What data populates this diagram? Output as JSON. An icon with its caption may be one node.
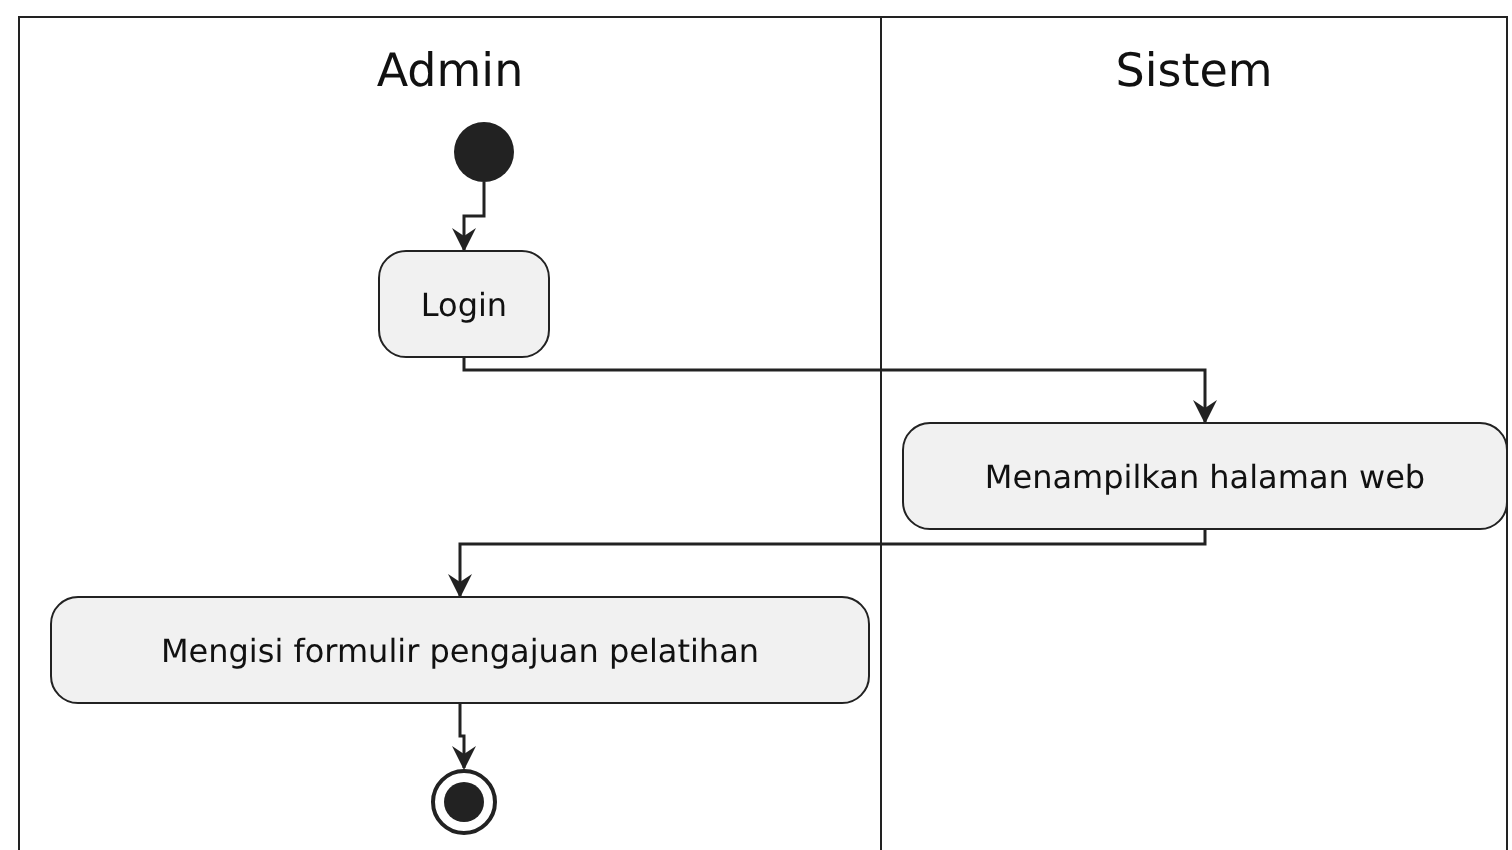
{
  "diagram": {
    "nodes": [
      {
        "text": [
          "Admin"
        ]
      },
      {
        "text": [
          "Sistem"
        ]
      },
      {
        "text": [],
        "shape": "circle",
        "in": 0
      },
      {
        "text": [
          "Login"
        ],
        "in": 0
      },
      {
        "text": [
          "Menampilkan halaman web"
        ],
        "in": 1
      },
      {
        "text": [
          "Mengisi formulir pengajuan pelatihan"
        ],
        "in": 0
      },
      {
        "text": [],
        "shape": "circle",
        "in": 0
      }
    ],
    "edges": [
      {
        "from": 2,
        "to": 3,
        "arrow": "to"
      },
      {
        "from": 3,
        "to": 4,
        "arrow": "to"
      },
      {
        "from": 4,
        "to": 5,
        "arrow": "to"
      },
      {
        "from": 5,
        "to": 6,
        "arrow": "to"
      }
    ]
  }
}
